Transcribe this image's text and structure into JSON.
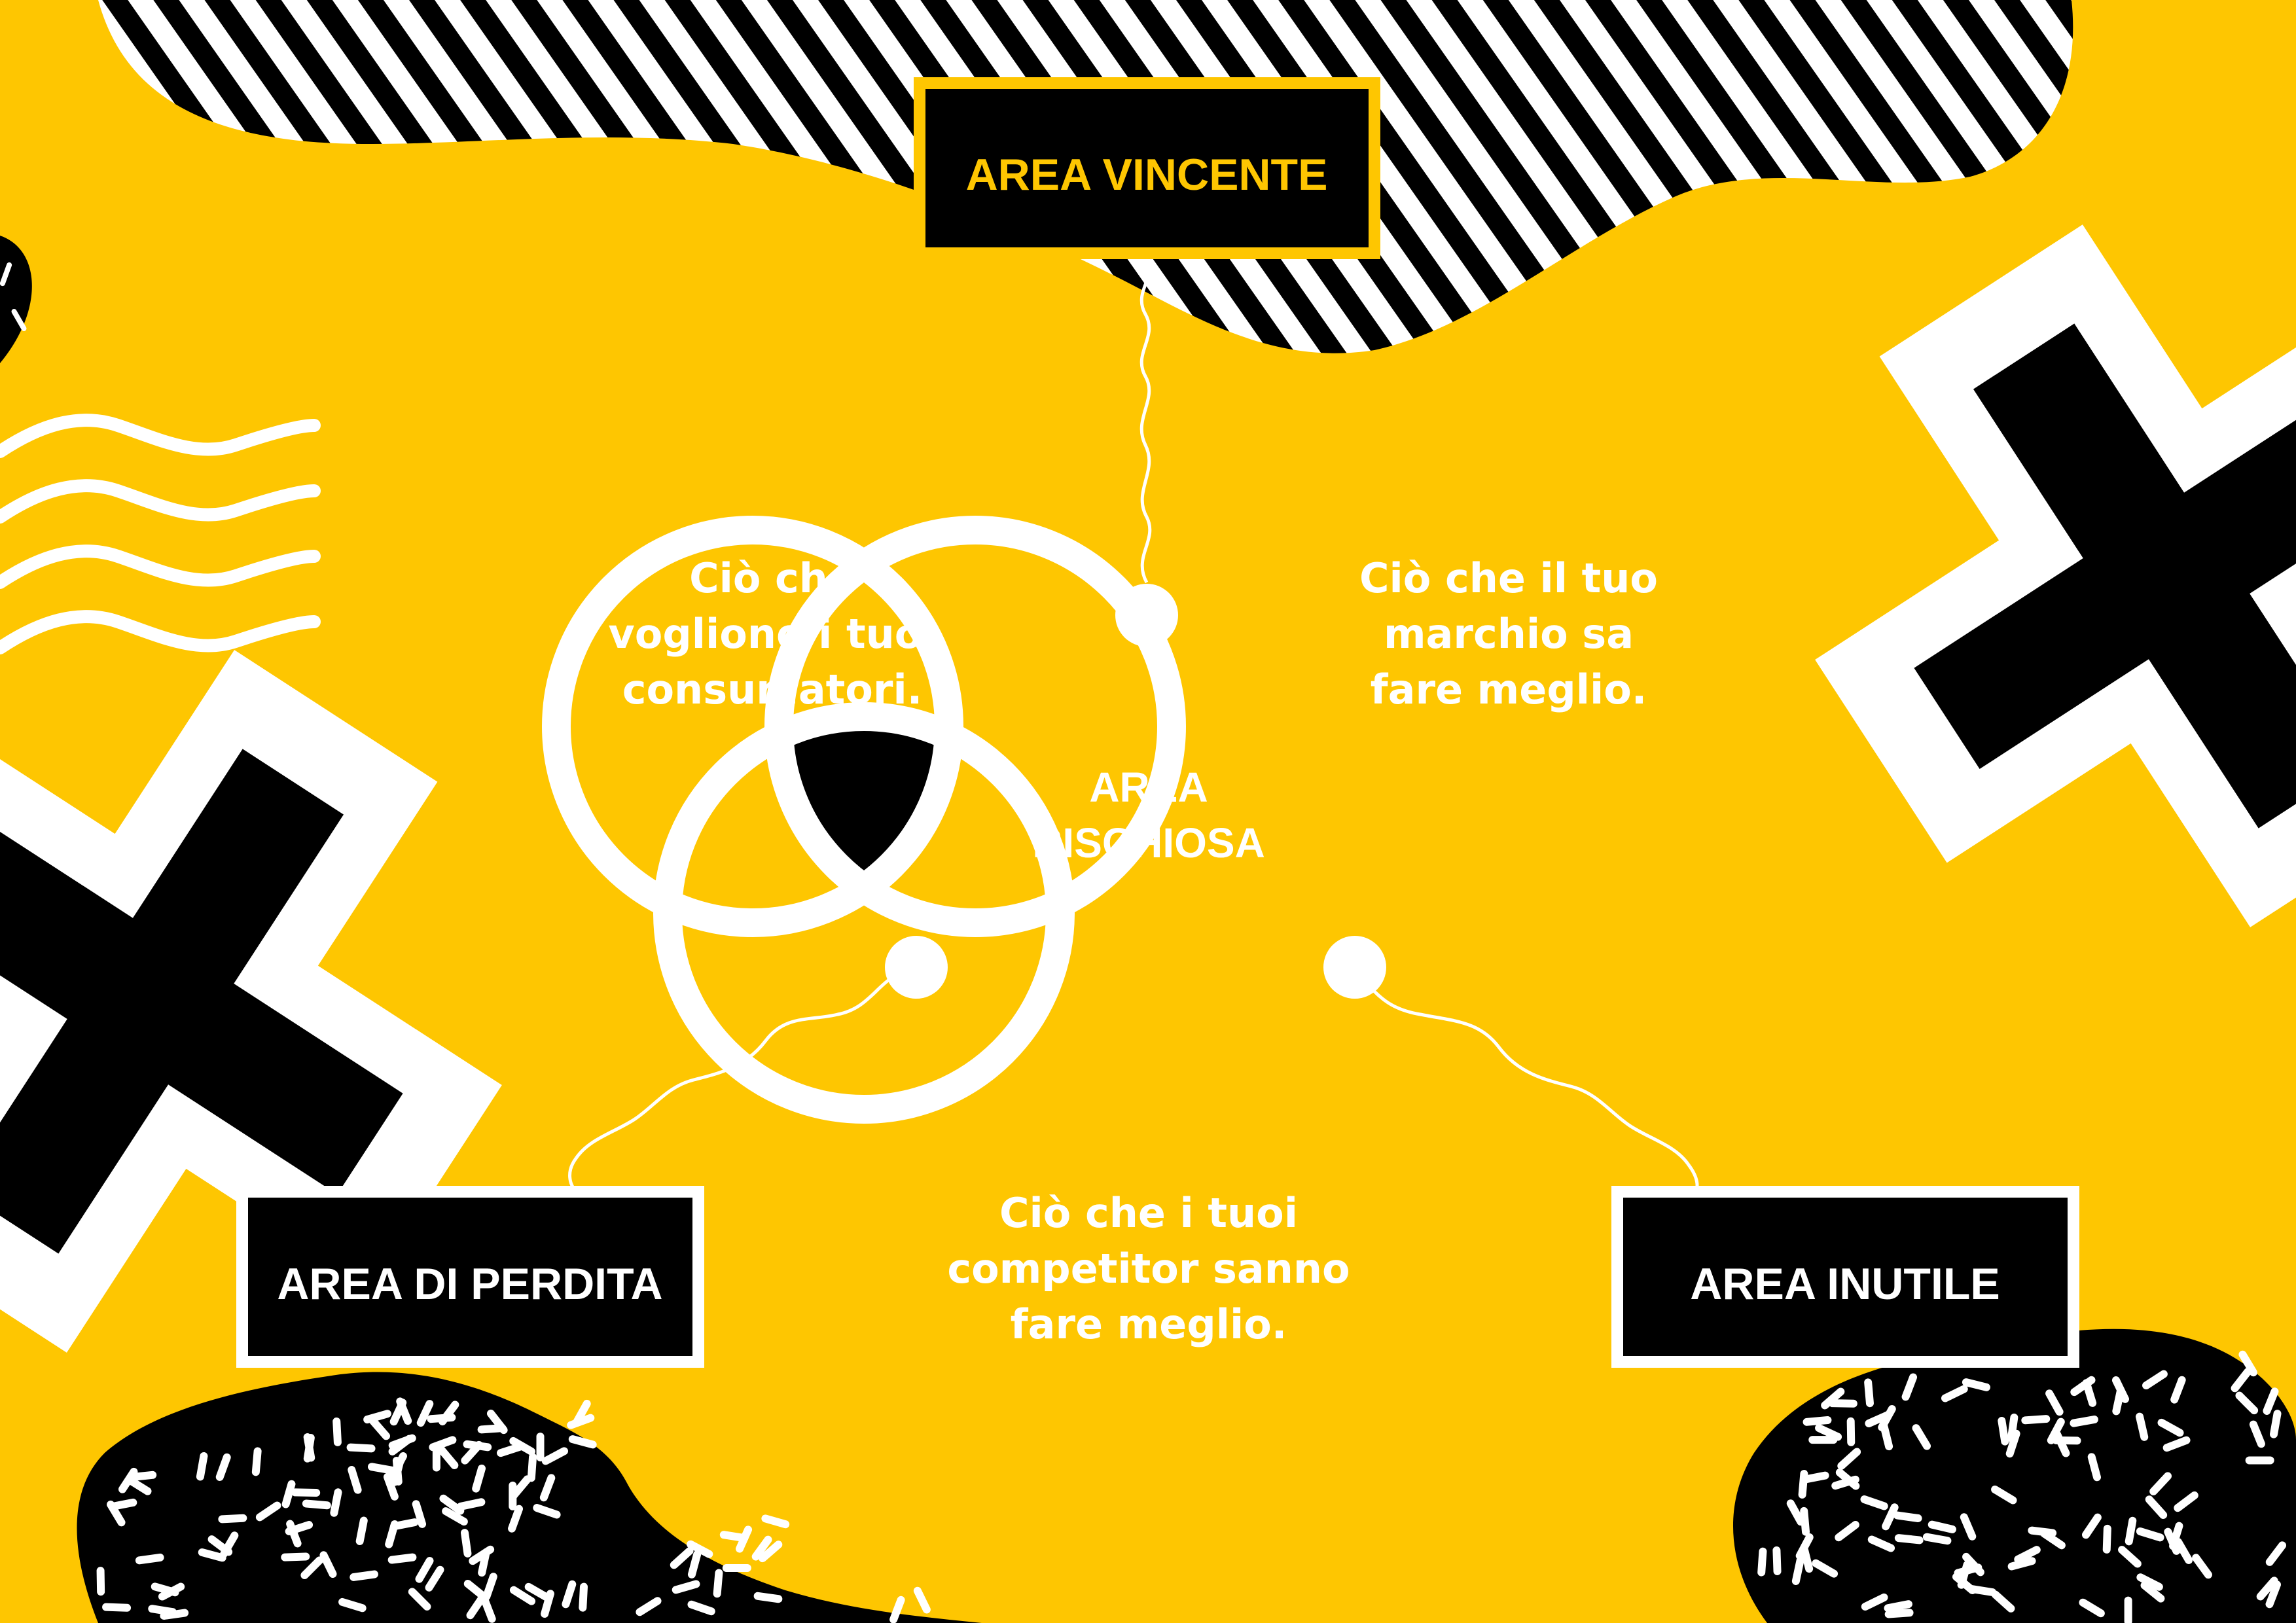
{
  "colors": {
    "background": "#FEC601",
    "black": "#000000",
    "white": "#FFFFFF",
    "accent_text": "#FEC601"
  },
  "labels": {
    "winning_area": "AREA VINCENTE",
    "risky_area_line1": "AREA",
    "risky_area_line2": "RISCHIOSA",
    "loss_area": "AREA DI PERDITA",
    "useless_area": "AREA INUTILE"
  },
  "circles": {
    "consumers": [
      "Ciò che",
      "vogliono i tuoi",
      "consumatori."
    ],
    "brand": [
      "Ciò che il tuo",
      "marchio sa",
      "fare meglio."
    ],
    "competitors": [
      "Ciò che i tuoi",
      "competitor sanno",
      "fare meglio."
    ]
  },
  "decorations": {
    "icons": [
      "stripes-blob",
      "wavy-lines",
      "plus-sign",
      "sprinkles-blob"
    ]
  }
}
